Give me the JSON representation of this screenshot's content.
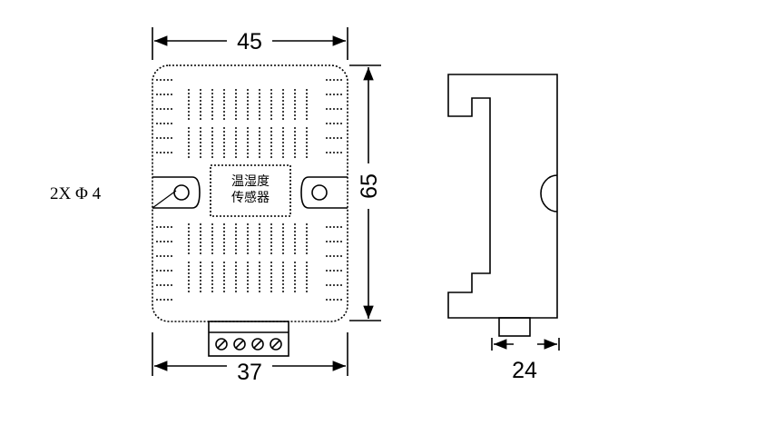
{
  "dimensions": {
    "width": "45",
    "height": "65",
    "terminal_width": "37",
    "depth": "24"
  },
  "hole_note": "2X Φ 4",
  "label": {
    "line1": "温湿度",
    "line2": "传感器"
  },
  "terminal_screws": 4
}
